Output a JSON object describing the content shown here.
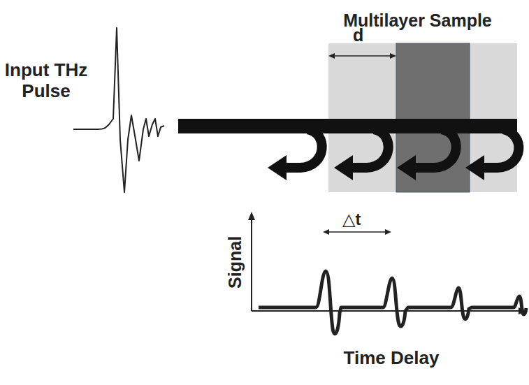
{
  "diagram": {
    "nodes": [
      {
        "text": [
          "Multilayer Sample"
        ]
      }
    ],
    "labels": [
      "Input THz Pulse",
      "d",
      "△t",
      "Signal",
      "Time Delay"
    ]
  }
}
